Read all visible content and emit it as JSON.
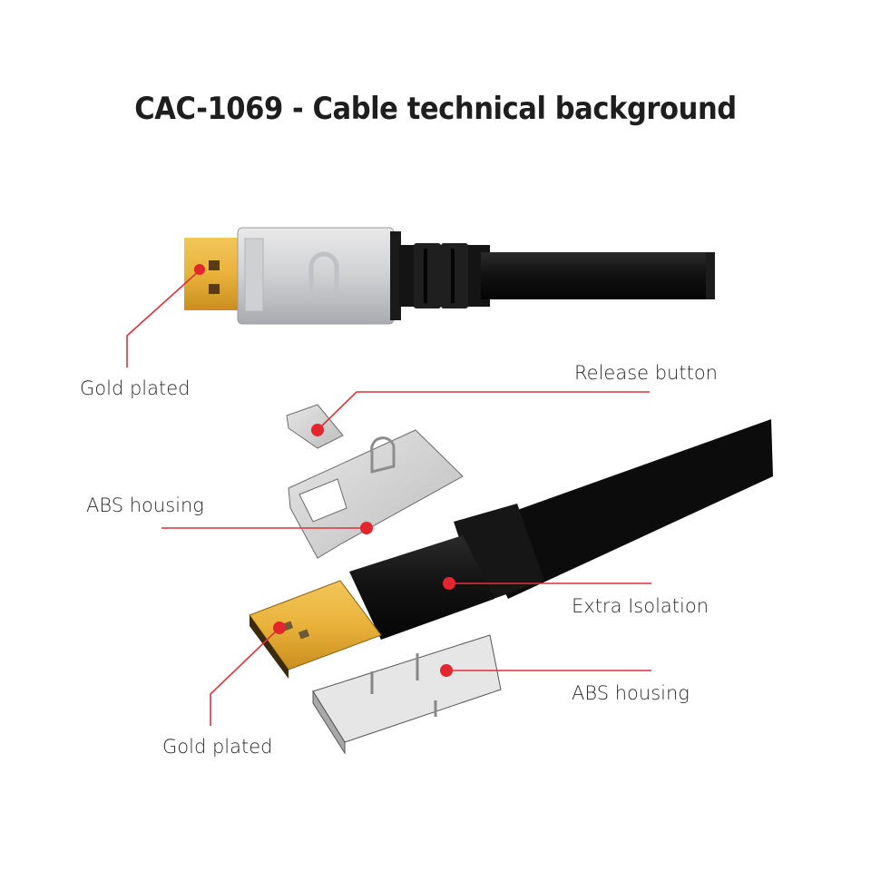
{
  "title": "CAC-1069 - Cable technical background",
  "accent_color": "#e3262e",
  "callouts": [
    {
      "id": "gold-plated-top",
      "label": "Gold plated"
    },
    {
      "id": "release-button",
      "label": "Release button"
    },
    {
      "id": "abs-housing-top",
      "label": "ABS housing"
    },
    {
      "id": "extra-isolation",
      "label": "Extra Isolation"
    },
    {
      "id": "abs-housing-bottom",
      "label": "ABS housing"
    },
    {
      "id": "gold-plated-bottom",
      "label": "Gold plated"
    }
  ]
}
